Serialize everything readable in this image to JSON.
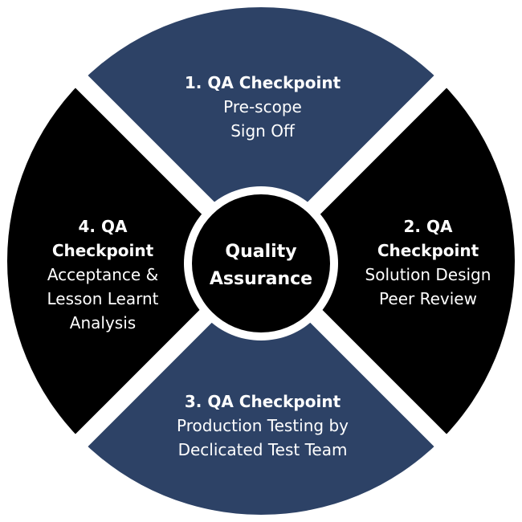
{
  "colors": {
    "navy": "#2d4266",
    "black": "#000000",
    "gap": "#ffffff",
    "text": "#ffffff"
  },
  "center": {
    "lines": [
      "Quality",
      "Assurance"
    ]
  },
  "segments": [
    {
      "id": "top",
      "color": "#2d4266",
      "title": [
        "1. QA Checkpoint"
      ],
      "body": [
        "Pre-scope",
        "Sign Off"
      ]
    },
    {
      "id": "right",
      "color": "#000000",
      "title": [
        "2. QA",
        "Checkpoint"
      ],
      "body": [
        "Solution Design",
        "Peer Review"
      ]
    },
    {
      "id": "bottom",
      "color": "#2d4266",
      "title": [
        "3. QA Checkpoint"
      ],
      "body": [
        "Production Testing by",
        "Declicated Test Team"
      ]
    },
    {
      "id": "left",
      "color": "#000000",
      "title": [
        "4. QA",
        "Checkpoint"
      ],
      "body": [
        "Acceptance &",
        "Lesson Learnt",
        "Analysis"
      ]
    }
  ]
}
